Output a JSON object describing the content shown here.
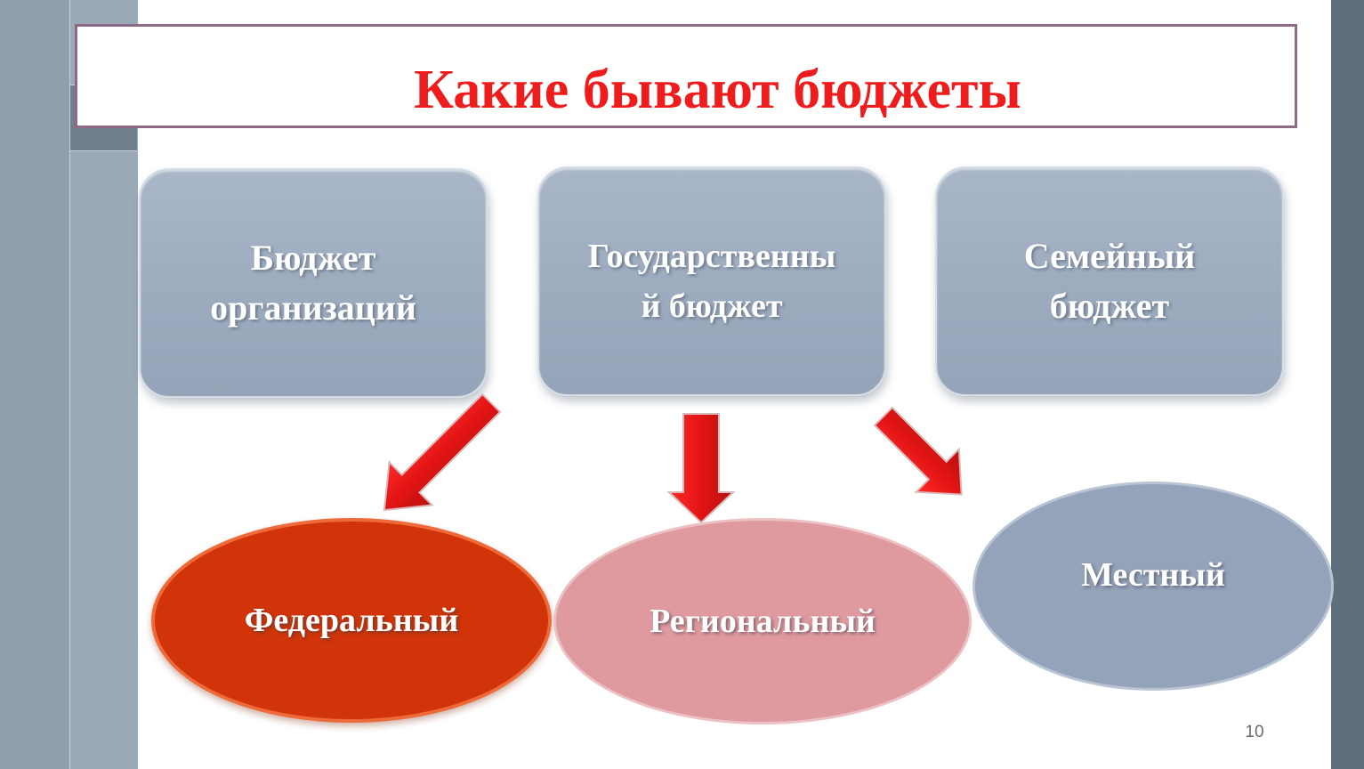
{
  "slide": {
    "title": "Какие бывают бюджеты",
    "page_number": "10"
  },
  "cards": [
    {
      "label_line1": "Бюджет",
      "label_line2": "организаций"
    },
    {
      "label_line1": "Государственны",
      "label_line2": "й бюджет"
    },
    {
      "label_line1": "Семейный",
      "label_line2": "бюджет"
    }
  ],
  "ovals": [
    {
      "label": "Федеральный",
      "color": "#d03408"
    },
    {
      "label": "Региональный",
      "color": "#df9a9f"
    },
    {
      "label": "Местный",
      "color": "#94a3ba"
    }
  ],
  "colors": {
    "title": "#ee1c1c",
    "arrow": "#e81818",
    "card": "#9dabbf"
  },
  "icons": [
    "arrow-down-left-icon",
    "arrow-down-icon",
    "arrow-down-right-icon"
  ]
}
